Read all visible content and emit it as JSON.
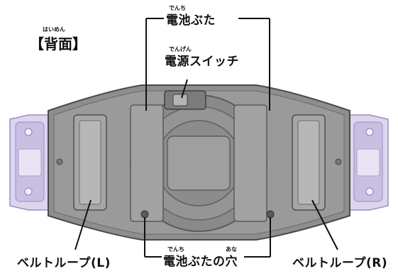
{
  "title": {
    "text": "【背面】",
    "ruby": "はいめん"
  },
  "labels": {
    "battery_cover": {
      "text": "電池ぶた",
      "ruby": "でんち"
    },
    "power_switch": {
      "text": "電源スイッチ",
      "ruby": "でんげん"
    },
    "belt_loop_left": {
      "text": "ベルトループ(L)"
    },
    "battery_cover_holes": {
      "text": "電池ぶたの穴",
      "ruby_denchi": "でんち",
      "ruby_ana": "あな"
    },
    "belt_loop_right": {
      "text": "ベルトループ(R)"
    }
  },
  "colors": {
    "body": "#8d8d8d",
    "body_dark": "#6f6f6f",
    "body_light": "#a9a9a9",
    "side_clip": "#d9d2ec",
    "side_clip_dark": "#a79bc9",
    "line": "#111111"
  },
  "icons": [
    "screw-hole-icon"
  ]
}
